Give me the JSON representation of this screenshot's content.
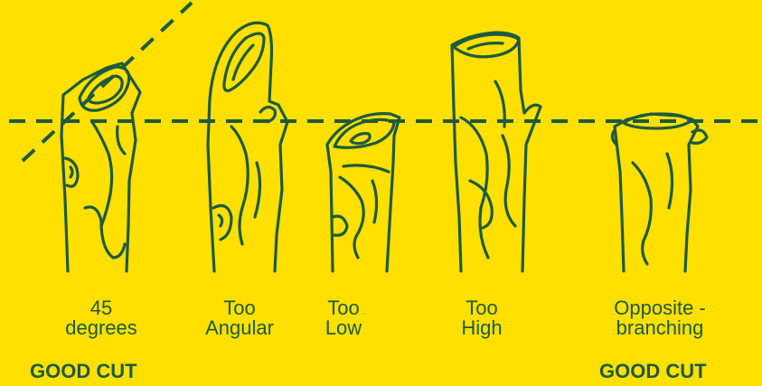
{
  "cuts": [
    {
      "id": "45-degrees",
      "lines": [
        "45",
        "degrees"
      ],
      "verdict": "GOOD CUT"
    },
    {
      "id": "too-angular",
      "lines": [
        "Too",
        "Angular"
      ],
      "verdict": ""
    },
    {
      "id": "too-low",
      "lines": [
        "Too",
        "Low"
      ],
      "verdict": ""
    },
    {
      "id": "too-high",
      "lines": [
        "Too",
        "High"
      ],
      "verdict": ""
    },
    {
      "id": "opposite-branching",
      "lines": [
        "Opposite -",
        "branching"
      ],
      "verdict": "GOOD CUT"
    }
  ],
  "colors": {
    "background": "#FFE000",
    "ink": "#1E5A3E"
  }
}
